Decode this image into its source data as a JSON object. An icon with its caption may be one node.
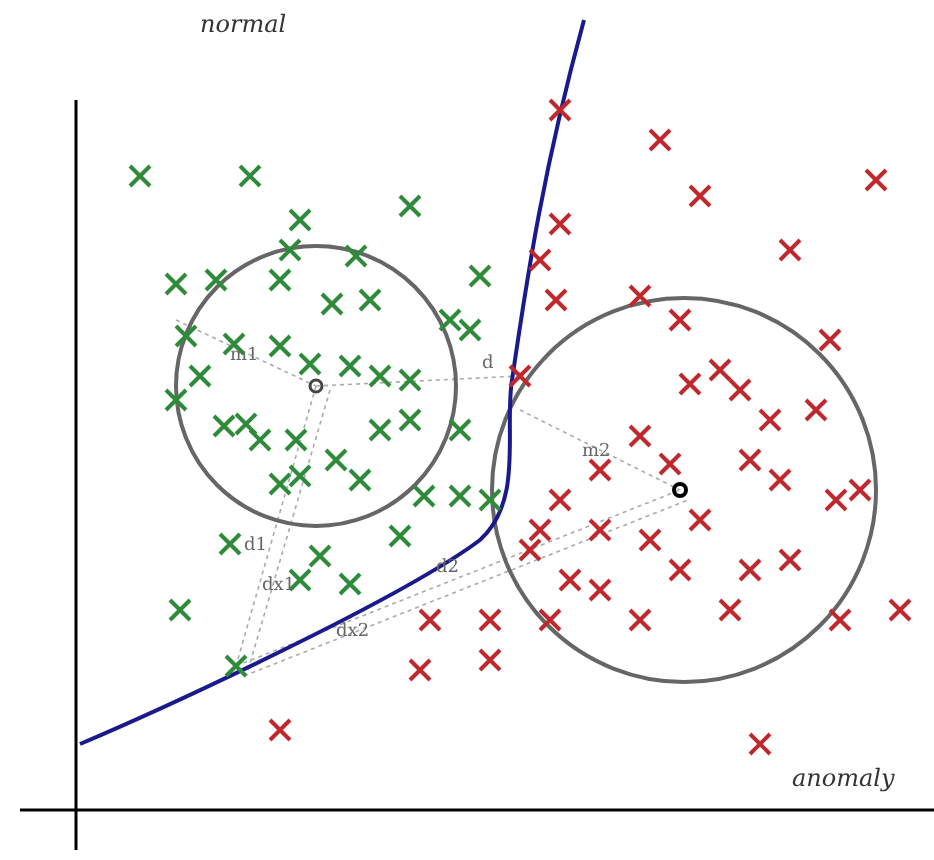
{
  "diagram": {
    "labels": [
      "normal",
      "m1",
      "d",
      "m2",
      "d1",
      "dx1",
      "d2",
      "dx2",
      "anomaly"
    ]
  }
}
